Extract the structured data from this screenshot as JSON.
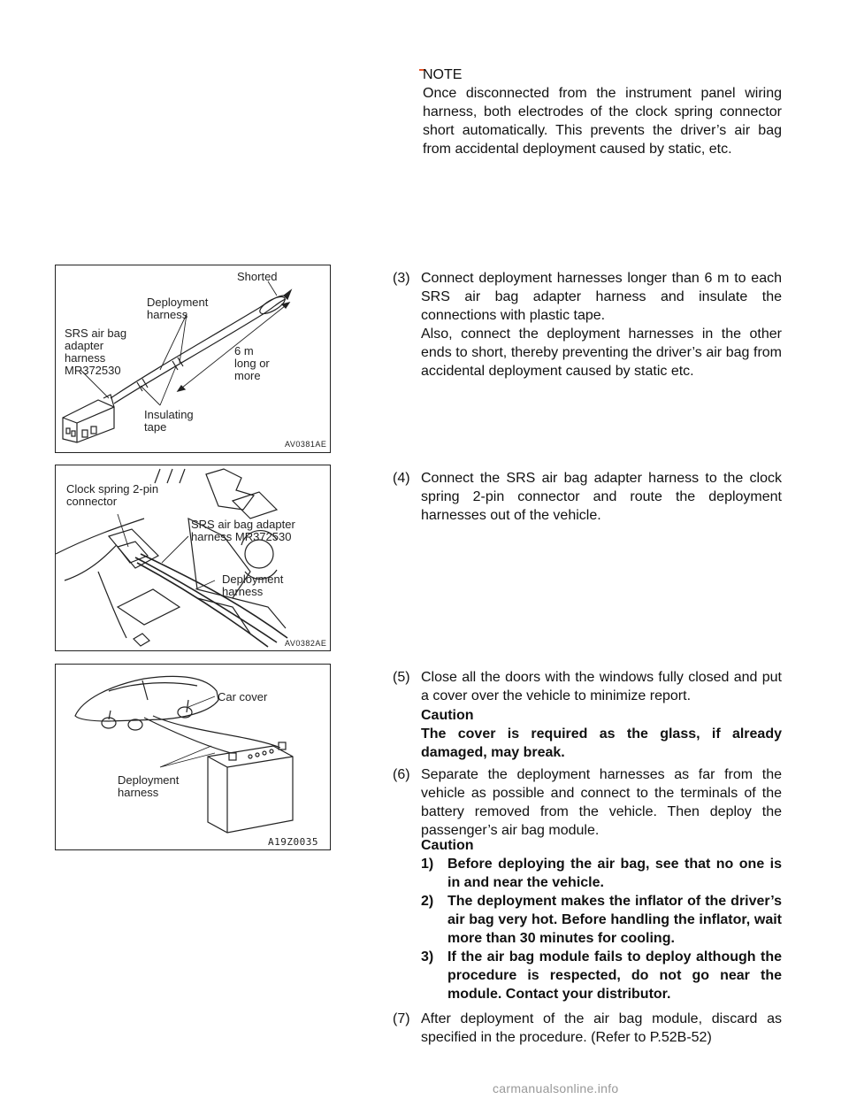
{
  "note": {
    "heading": "NOTE",
    "text": "Once disconnected from the instrument panel wiring harness, both electrodes of the clock spring connector short automatically. This prevents the driver’s air bag from accidental deployment caused by static, etc."
  },
  "figures": {
    "fig1": {
      "labels": {
        "shorted": "Shorted",
        "deployment": "Deployment\nharness",
        "srs": "SRS air bag\nadapter\nharness\nMR372530",
        "length": "6 m\nlong or\nmore",
        "tape": "Insulating\ntape"
      },
      "code": "AV0381AE"
    },
    "fig2": {
      "labels": {
        "clock": "Clock spring 2-pin\nconnector",
        "srs": "SRS air bag adapter\nharness MR372530",
        "deployment": "Deployment\nharness"
      },
      "code": "AV0382AE"
    },
    "fig3": {
      "labels": {
        "cover": "Car cover",
        "deployment": "Deployment\nharness"
      },
      "code": "A19Z0035"
    }
  },
  "steps": {
    "s3": {
      "num": "(3)",
      "p1": "Connect deployment harnesses longer than 6 m to each SRS air bag adapter harness and insulate the connections with plastic tape.",
      "p2": "Also, connect the deployment harnesses in the other ends to short, thereby preventing the driver’s air bag from accidental deployment caused by static etc."
    },
    "s4": {
      "num": "(4)",
      "text": "Connect the SRS air bag adapter harness to the clock spring 2-pin connector and route the deployment harnesses out of the vehicle."
    },
    "s5": {
      "num": "(5)",
      "text": "Close all the doors with the windows fully closed and put a cover over the vehicle to minimize report.",
      "caution_heading": "Caution",
      "caution_text": "The cover is required as the glass, if already damaged, may break."
    },
    "s6": {
      "num": "(6)",
      "text": "Separate the deployment harnesses as far from the vehicle as possible and connect to the terminals of the battery removed from the vehicle. Then deploy the passenger’s air bag module.",
      "caution_heading": "Caution",
      "cautions": [
        {
          "n": "1)",
          "text": "Before deploying the air bag, see that no one is in and near the vehicle."
        },
        {
          "n": "2)",
          "text": "The deployment makes the inflator of the driver’s air bag very hot. Before handling the inflator, wait more than 30 minutes for cooling."
        },
        {
          "n": "3)",
          "text": "If the air bag module fails to deploy although the procedure is respected, do not go near the module. Contact your distributor."
        }
      ]
    },
    "s7": {
      "num": "(7)",
      "text": "After deployment of the air bag module, discard as specified in the procedure. (Refer to P.52B-52)"
    }
  },
  "footer": "carmanualsonline.info"
}
